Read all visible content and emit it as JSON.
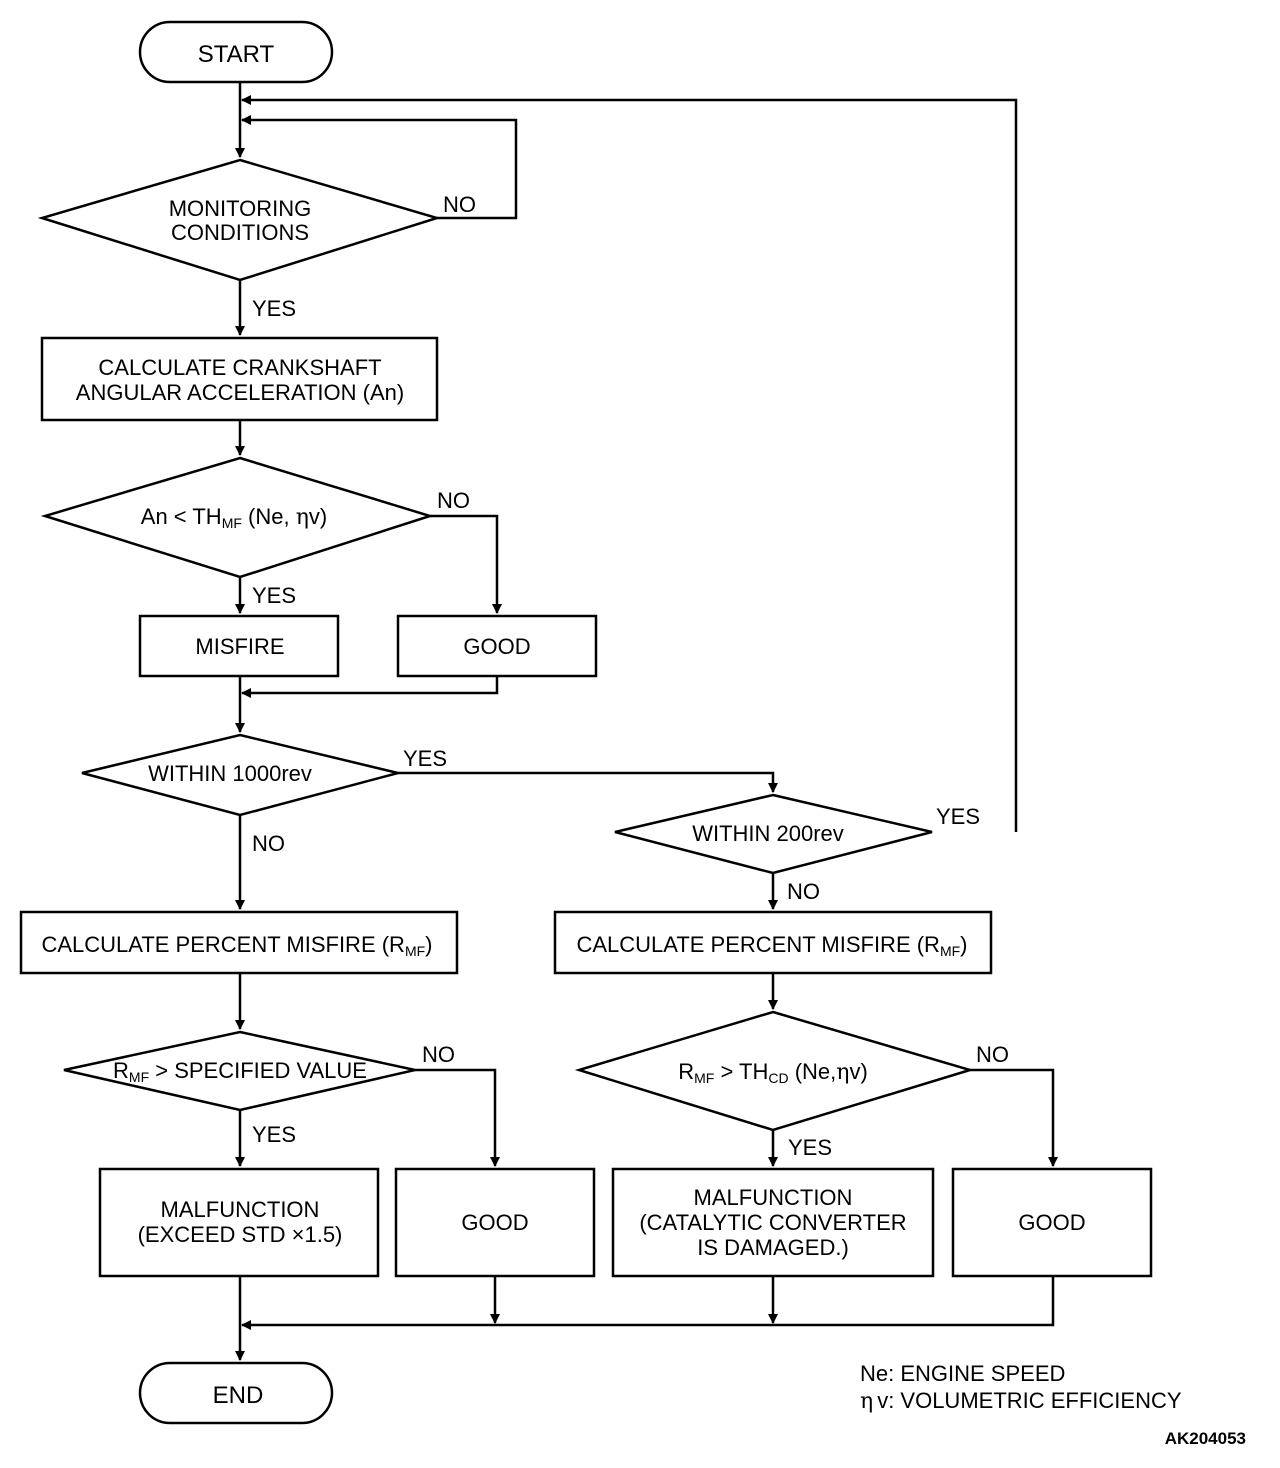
{
  "nodes": {
    "start": "START",
    "end": "END",
    "monitoring": [
      "MONITORING",
      "CONDITIONS"
    ],
    "calc_an": [
      "CALCULATE CRANKSHAFT",
      "ANGULAR ACCELERATION (An)"
    ],
    "an_check": {
      "pre": "An < TH",
      "sub": "MF",
      "post": " (Ne, ",
      "eta": "η",
      "tail": "v)"
    },
    "misfire": "MISFIRE",
    "good": "GOOD",
    "within1000": "WITHIN 1000rev",
    "within200": "WITHIN 200rev",
    "calc_pct": {
      "pre": "CALCULATE PERCENT MISFIRE (R",
      "sub": "MF",
      "post": ")"
    },
    "rmf_spec": {
      "pre": "R",
      "sub": "MF",
      "post": " > SPECIFIED VALUE"
    },
    "rmf_thcd": {
      "pre": "R",
      "sub": "MF",
      "mid": " > TH",
      "sub2": "CD",
      "post": " (Ne,",
      "eta": "η",
      "tail": "v)"
    },
    "malf1": [
      "MALFUNCTION",
      "(EXCEED STD  ×1.5)"
    ],
    "malf2": [
      "MALFUNCTION",
      "(CATALYTIC CONVERTER",
      "IS DAMAGED.)"
    ]
  },
  "labels": {
    "yes": "YES",
    "no": "NO"
  },
  "legend": {
    "ne": "Ne: ENGINE SPEED",
    "eta_symbol": "η",
    "eta_text": "v: VOLUMETRIC EFFICIENCY"
  },
  "figure_code": "AK204053"
}
